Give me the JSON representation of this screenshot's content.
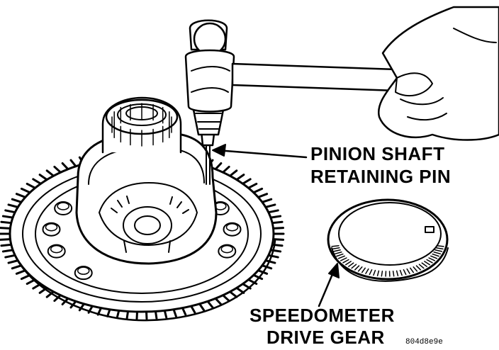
{
  "labels": {
    "pinion_shaft_line1": "PINION SHAFT",
    "pinion_shaft_line2": "RETAINING PIN",
    "speedometer_line1": "SPEEDOMETER",
    "speedometer_line2": "DRIVE GEAR"
  },
  "figure_code": "804d8e9e",
  "colors": {
    "ink": "#000000",
    "paper": "#ffffff"
  }
}
